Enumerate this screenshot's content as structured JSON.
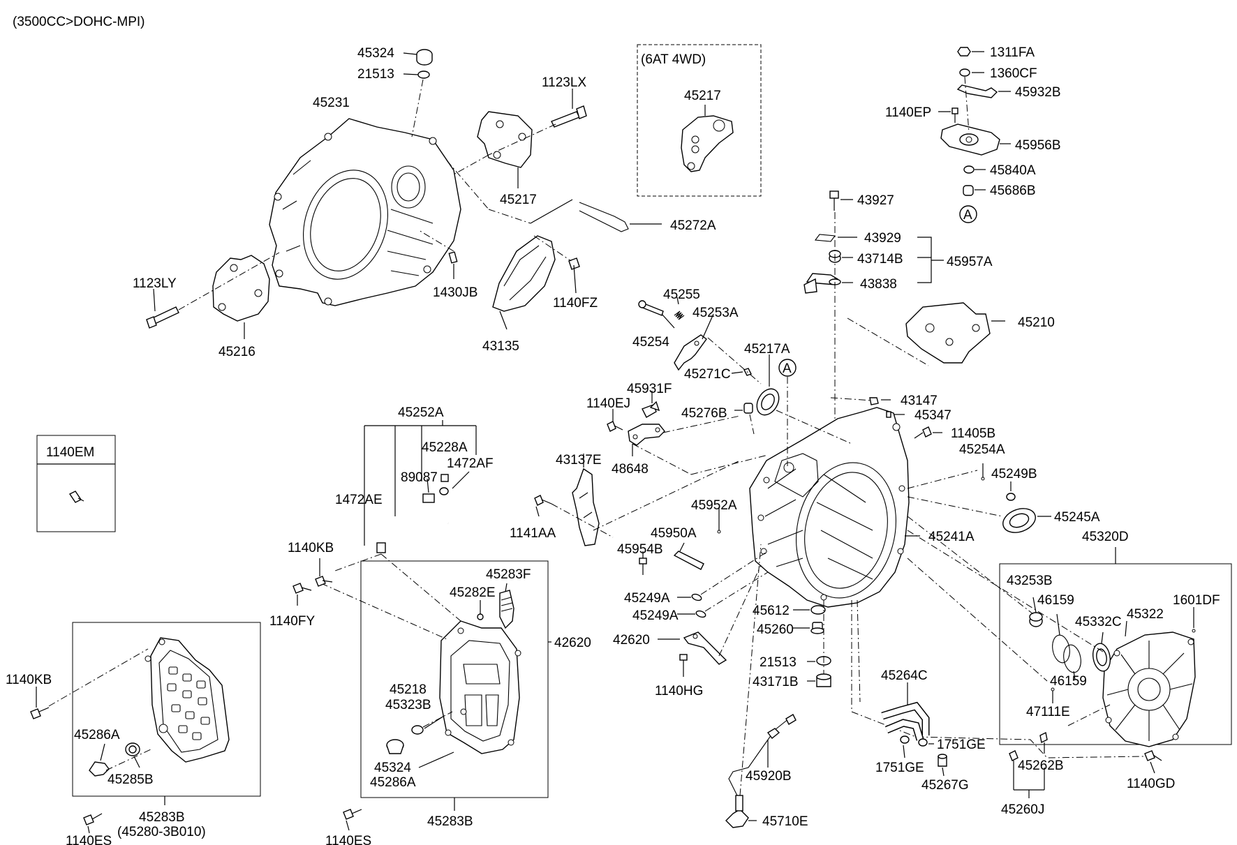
{
  "header": "(3500CC>DOHC-MPI)",
  "inset_4wd": {
    "title": "(6AT 4WD)",
    "part": "45217"
  },
  "inset_1140em": {
    "title": "1140EM"
  },
  "ref_marker": "A",
  "labels": {
    "p45324_top": "45324",
    "p21513_top": "21513",
    "p1123LX": "1123LX",
    "p45231": "45231",
    "p45217": "45217",
    "p45272A": "45272A",
    "p1123LY": "1123LY",
    "p1430JB": "1430JB",
    "p1140FZ": "1140FZ",
    "p45216": "45216",
    "p43135": "43135",
    "p1311FA": "1311FA",
    "p1360CF": "1360CF",
    "p45932B": "45932B",
    "p1140EP": "1140EP",
    "p45956B": "45956B",
    "p45840A": "45840A",
    "p45686B": "45686B",
    "p43927": "43927",
    "p43929": "43929",
    "p43714B": "43714B",
    "p45957A": "45957A",
    "p43838": "43838",
    "p45210": "45210",
    "p45255": "45255",
    "p45253A": "45253A",
    "p45254": "45254",
    "p45217A": "45217A",
    "p45271C": "45271C",
    "p45931F": "45931F",
    "p1140EJ": "1140EJ",
    "p45276B": "45276B",
    "p43147": "43147",
    "p45347": "45347",
    "p11405B": "11405B",
    "p45254A": "45254A",
    "p45249B": "45249B",
    "p45245A": "45245A",
    "p48648": "48648",
    "p43137E": "43137E",
    "p45252A": "45252A",
    "p45228A": "45228A",
    "p1472AF": "1472AF",
    "p89087": "89087",
    "p1472AE": "1472AE",
    "p1141AA": "1141AA",
    "p45952A": "45952A",
    "p45950A": "45950A",
    "p45954B": "45954B",
    "p45241A": "45241A",
    "p45320D": "45320D",
    "p45249A_1": "45249A",
    "p45249A_2": "45249A",
    "p45612": "45612",
    "p45260": "45260",
    "p21513_mid": "21513",
    "p43171B": "43171B",
    "p42620_left": "42620",
    "p42620_right": "42620",
    "p1140HG": "1140HG",
    "p1140KB_top": "1140KB",
    "p1140FY": "1140FY",
    "p45283F": "45283F",
    "p45282E": "45282E",
    "p45218": "45218",
    "p45323B": "45323B",
    "p45324_bot": "45324",
    "p45286A_bot": "45286A",
    "p45283B_mid": "45283B",
    "p1140ES_mid": "1140ES",
    "p1140KB_left": "1140KB",
    "p45286A_left": "45286A",
    "p45285B": "45285B",
    "p45283B_left": "45283B",
    "p45280_3B010": "(45280-3B010)",
    "p1140ES_left": "1140ES",
    "p43253B": "43253B",
    "p46159_a": "46159",
    "p45332C": "45332C",
    "p45322": "45322",
    "p1601DF": "1601DF",
    "p46159_b": "46159",
    "p47111E": "47111E",
    "p1140GD": "1140GD",
    "p45264C": "45264C",
    "p1751GE_r": "1751GE",
    "p1751GE_l": "1751GE",
    "p45267G": "45267G",
    "p45262B": "45262B",
    "p45260J": "45260J",
    "p45920B": "45920B",
    "p45710E": "45710E"
  }
}
